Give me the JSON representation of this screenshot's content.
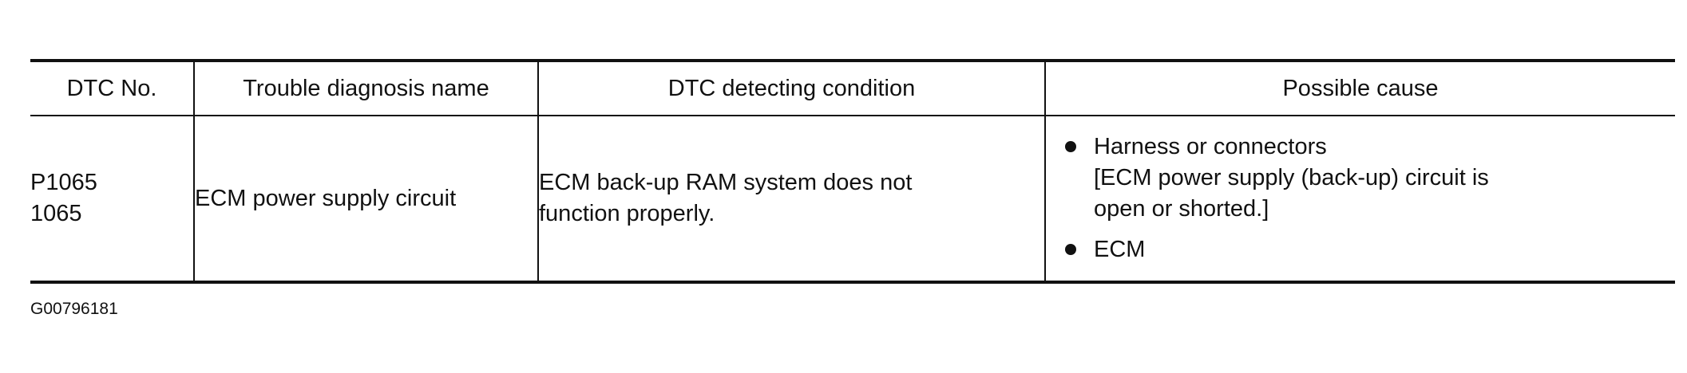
{
  "table": {
    "headers": [
      "DTC No.",
      "Trouble diagnosis name",
      "DTC detecting condition",
      "Possible cause"
    ],
    "row": {
      "dtc_no_line1": "P1065",
      "dtc_no_line2": "1065",
      "trouble_diagnosis_name": "ECM power supply circuit",
      "detecting_condition_line1": "ECM back-up RAM system does not",
      "detecting_condition_line2": "function properly.",
      "possible_causes": [
        {
          "lines": [
            "Harness or connectors",
            "[ECM power supply (back-up) circuit is",
            "open or shorted.]"
          ],
          "icon": "bullet-icon"
        },
        {
          "lines": [
            "ECM"
          ],
          "icon": "bullet-icon"
        }
      ]
    }
  },
  "figure_id": "G00796181"
}
